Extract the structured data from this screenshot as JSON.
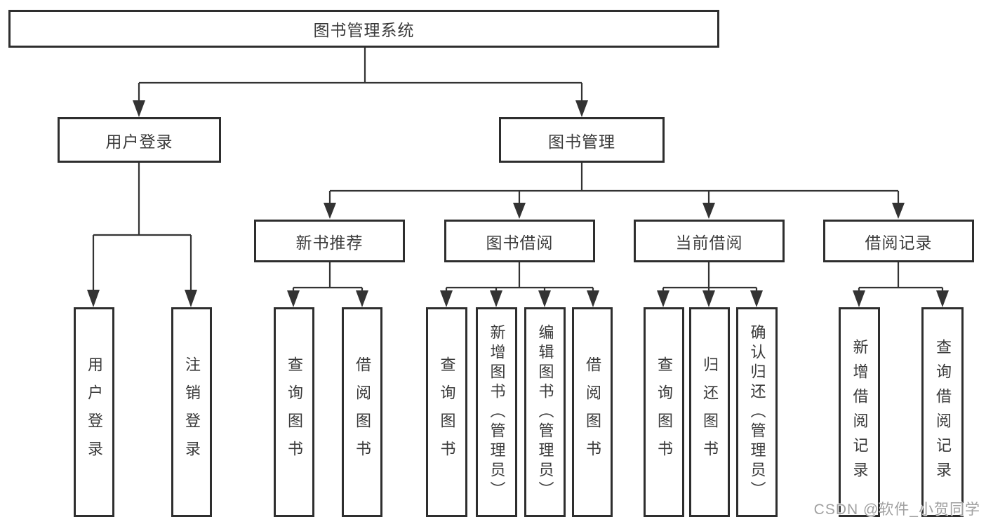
{
  "diagram": {
    "root": "图书管理系统",
    "level2": {
      "user_login": "用户登录",
      "book_mgmt": "图书管理"
    },
    "level3": {
      "new_books": "新书推荐",
      "book_borrow": "图书借阅",
      "current_borrow": "当前借阅",
      "borrow_records": "借阅记录"
    },
    "leaves": {
      "login_user": "用户登录",
      "login_logout": "注销登录",
      "nb_query": "查询图书",
      "nb_borrow": "借阅图书",
      "bb_query": "查询图书",
      "bb_add": "新增图书（管理员）",
      "bb_edit": "编辑图书（管理员）",
      "bb_borrow": "借阅图书",
      "cb_query": "查询图书",
      "cb_return": "归还图书",
      "cb_confirm": "确认归还（管理员）",
      "br_add": "新增借阅记录",
      "br_query": "查询借阅记录"
    },
    "watermark": "CSDN @软件_小贺同学",
    "colors": {
      "line": "#333333",
      "border": "#2e2e2e",
      "text": "#3a3a3a",
      "watermark": "#a0a0a0"
    }
  }
}
